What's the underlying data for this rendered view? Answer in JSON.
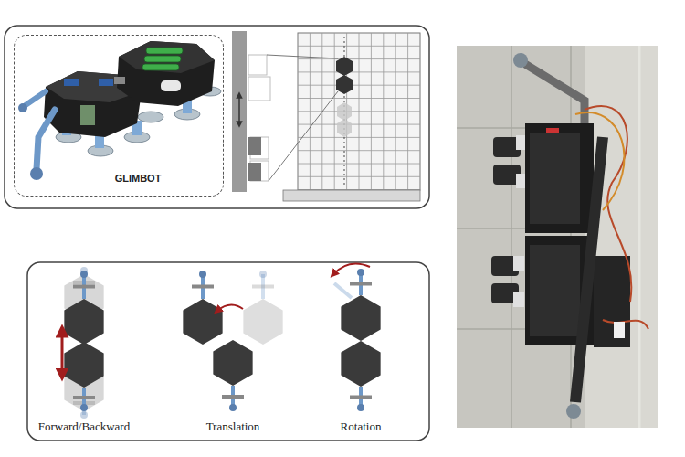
{
  "diagram": {
    "nodes": [
      {
        "text": [
          "GLIMBOT"
        ]
      },
      {
        "text": [
          "Forward/Backward",
          "Translation",
          "Rotation"
        ]
      }
    ]
  }
}
